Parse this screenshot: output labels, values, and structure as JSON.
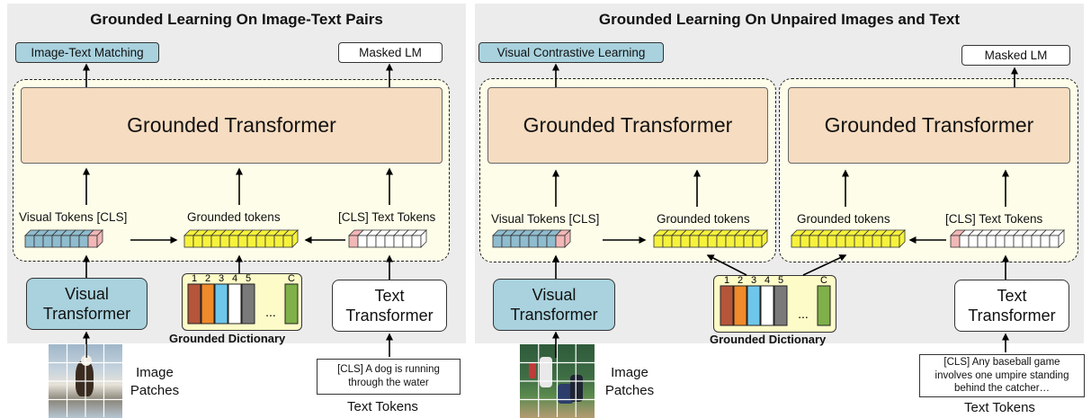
{
  "left": {
    "title": "Grounded Learning On Image-Text Pairs",
    "head_left": "Image-Text Matching",
    "head_right": "Masked LM",
    "transformer": "Grounded Transformer",
    "visual_tokens": "Visual Tokens [CLS]",
    "grounded_tokens": "Grounded tokens",
    "text_tokens": "[CLS] Text Tokens",
    "visual_encoder": "Visual Transformer",
    "text_encoder": "Text Transformer",
    "dictionary_label": "Grounded Dictionary",
    "image_label": "Image Patches",
    "text_caption": "[CLS] A dog is running through the water",
    "text_tokens_label": "Text Tokens"
  },
  "right": {
    "title": "Grounded Learning On Unpaired Images and Text",
    "head_left": "Visual Contrastive Learning",
    "head_right": "Masked LM",
    "transformer_left": "Grounded Transformer",
    "transformer_right": "Grounded Transformer",
    "visual_tokens": "Visual Tokens [CLS]",
    "grounded_tokens_left": "Grounded tokens",
    "grounded_tokens_right": "Grounded tokens",
    "text_tokens": "[CLS] Text Tokens",
    "visual_encoder": "Visual Transformer",
    "text_encoder": "Text Transformer",
    "dictionary_label": "Grounded Dictionary",
    "image_label": "Image Patches",
    "text_caption": "[CLS] Any baseball game involves one umpire standing behind the catcher…",
    "text_tokens_label": "Text Tokens"
  },
  "dictionary": {
    "indices": [
      "1",
      "2",
      "3",
      "4",
      "5",
      "C"
    ],
    "ellipsis": "...",
    "colors": [
      "#b5553a",
      "#f08a2a",
      "#6ec6ea",
      "#ffffff",
      "#7a7a7a",
      "#7fb04a"
    ]
  },
  "token_colors": {
    "visual": "#8fbcce",
    "cls": "#f2b7b7",
    "grounded": "#f6f23c",
    "text": "#ffffff"
  }
}
